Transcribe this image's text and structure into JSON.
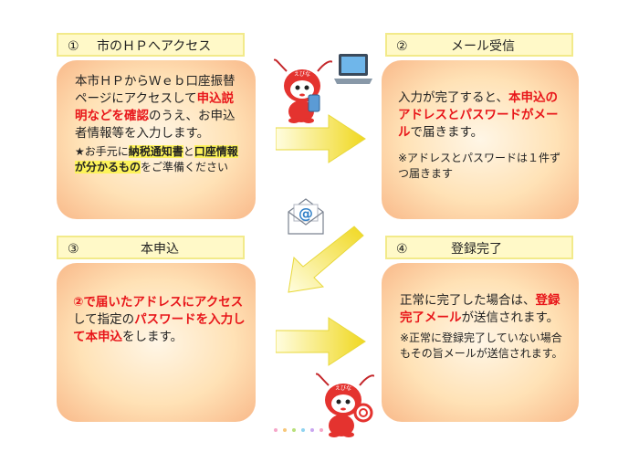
{
  "steps": [
    {
      "num": "①",
      "title": "市のＨＰへアクセス",
      "body": [
        {
          "t": "本市ＨＰからＷｅｂ口座振替ページにアクセスして",
          "c": ""
        },
        {
          "t": "申込説明などを確認",
          "c": "red"
        },
        {
          "t": "のうえ、お申込者情報等を入力します。",
          "c": ""
        }
      ],
      "note": [
        {
          "t": "★お手元に",
          "c": ""
        },
        {
          "t": "納税通知書",
          "c": "hl"
        },
        {
          "t": "と",
          "c": ""
        },
        {
          "t": "口座情報が分かるもの",
          "c": "hl"
        },
        {
          "t": "をご準備ください",
          "c": ""
        }
      ]
    },
    {
      "num": "②",
      "title": "メール受信",
      "body": [
        {
          "t": "入力が完了すると、",
          "c": ""
        },
        {
          "t": "本申込のアドレスとパスワードがメール",
          "c": "red"
        },
        {
          "t": "で届きます。",
          "c": ""
        }
      ],
      "note": [
        {
          "t": "※アドレスとパスワードは１件ずつ届きます",
          "c": ""
        }
      ]
    },
    {
      "num": "③",
      "title": "本申込",
      "body": [
        {
          "t": "②で届いたアドレスにアクセス",
          "c": "red"
        },
        {
          "t": "して指定の",
          "c": ""
        },
        {
          "t": "パスワードを入力して本申込",
          "c": "red"
        },
        {
          "t": "をします。",
          "c": ""
        }
      ],
      "note": []
    },
    {
      "num": "④",
      "title": "登録完了",
      "body": [
        {
          "t": "正常に完了した場合は、",
          "c": ""
        },
        {
          "t": "登録完了メール",
          "c": "red"
        },
        {
          "t": "が送信されます。",
          "c": ""
        }
      ],
      "note": [
        {
          "t": "※正常に登録完了していない場合もその旨メールが送信されます。",
          "c": ""
        }
      ]
    }
  ],
  "icons": {
    "laptop": "laptop-icon",
    "mail": "mail-icon",
    "mascot": "mascot"
  },
  "mascot_labels": [
    "えびな",
    "えびな"
  ],
  "colors": {
    "accent_red": "#e8161a",
    "header_fill": "#fff9c8",
    "highlight": "#fdf35a",
    "arrow": "#f3e24a"
  }
}
